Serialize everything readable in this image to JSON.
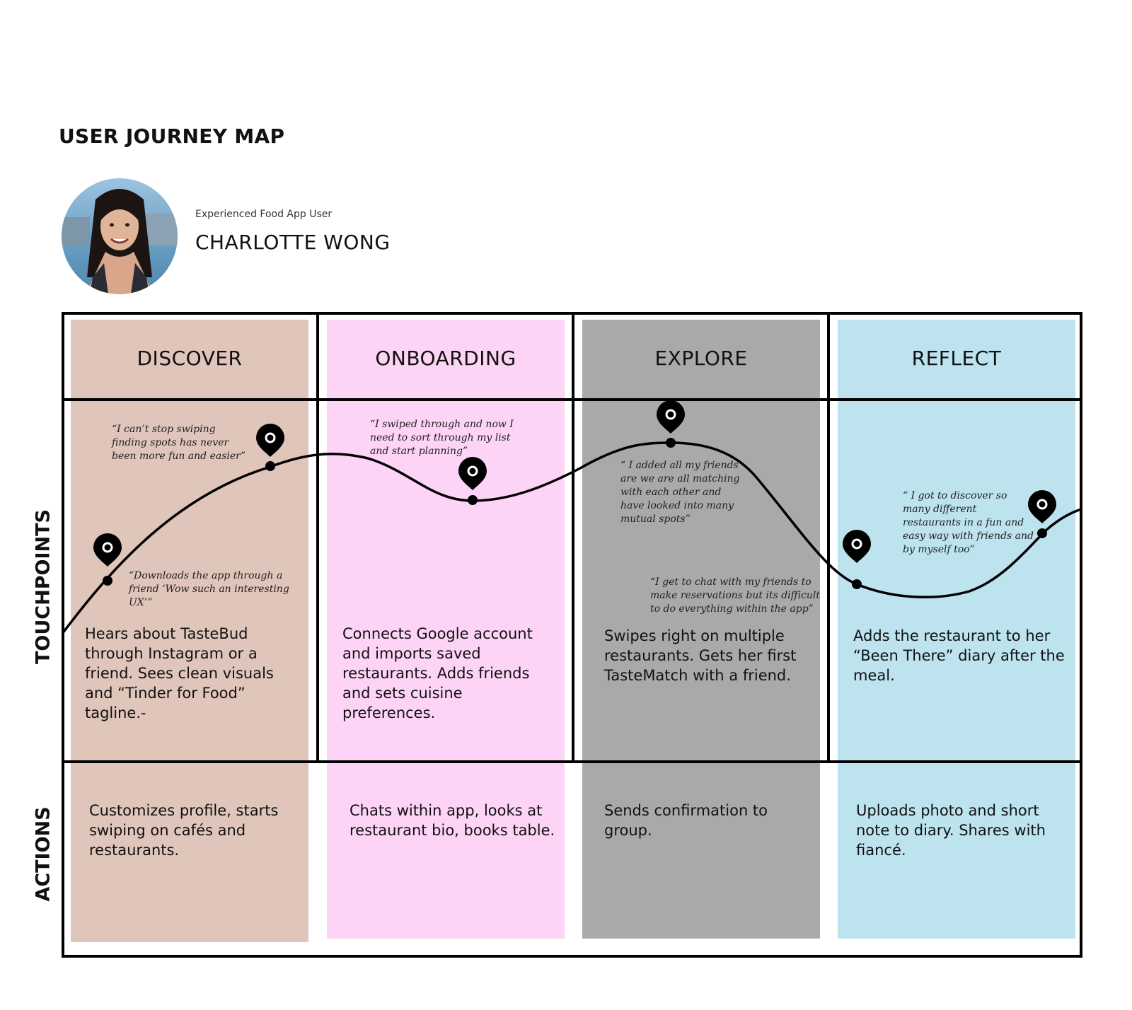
{
  "page_title": "USER JOURNEY MAP",
  "persona": {
    "role": "Experienced Food App User",
    "name": "CHARLOTTE WONG"
  },
  "row_labels": {
    "touchpoints": "TOUCHPOINTS",
    "actions": "ACTIONS"
  },
  "colors": {
    "discover": "#e0c5bb",
    "onboarding": "#fdd3f6",
    "explore": "#a9a9a9",
    "reflect": "#bce3ee",
    "frame": "#000000"
  },
  "stages": [
    {
      "title": "DISCOVER",
      "quotes": [
        "“I can’t stop swiping finding spots has never been more fun and easier”",
        "“Downloads the app through a friend ‘Wow such an interesting UX’”"
      ],
      "touchpoint": "Hears about TasteBud through Instagram or a friend. Sees clean visuals and “Tinder for Food” tagline.-",
      "action": "Customizes profile, starts swiping on cafés and restaurants."
    },
    {
      "title": "ONBOARDING",
      "quotes": [
        "“I swiped through and now I need to sort through my list and start planning”"
      ],
      "touchpoint": "Connects Google account and imports saved restaurants. Adds friends and sets cuisine preferences.",
      "action": "Chats within app, looks at restaurant bio, books table."
    },
    {
      "title": "EXPLORE",
      "quotes": [
        "“ I added all my friends are we are all matching with each other and have looked into many mutual spots”",
        "“I get to chat with my friends to make reservations but its difficult to do everything within the app”"
      ],
      "touchpoint": "Swipes right on multiple restaurants. Gets her first TasteMatch with a friend.",
      "action": "Sends confirmation to group."
    },
    {
      "title": "REFLECT",
      "quotes": [
        "“ I got to discover so many different restaurants in a fun and easy way with friends and by myself too”"
      ],
      "touchpoint": "Adds the restaurant to her “Been There” diary after the meal.",
      "action": "Uploads photo and short note to diary. Shares with fiancé."
    }
  ]
}
